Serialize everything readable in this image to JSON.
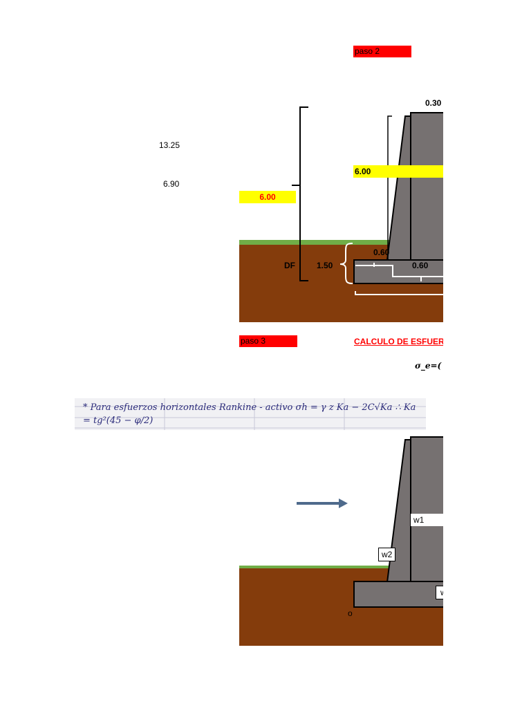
{
  "steps": {
    "paso2": "paso 2",
    "paso3": "paso 3",
    "calc_title": "CALCULO DE ESFUERZO",
    "formula": "σ_e=("
  },
  "figure1": {
    "top_width": "0.30",
    "left_height_total": "13.25",
    "left_height_mid": "6.90",
    "stem_height": "6.00",
    "fill_height": "6.00",
    "toe_label": "0.60",
    "heel_label": "0.60",
    "df_label": "DF",
    "df_value": "1.50"
  },
  "handnote": {
    "line": "* Para esfuerzos horizontales Rankine - activo   σh = γ z Ka − 2C√Ka  ∴ Ka = tg²(45 − φ/2)"
  },
  "figure2": {
    "w1": "w1",
    "w2": "w2",
    "w3": "w",
    "origin": "o"
  },
  "colors": {
    "soil": "#843c0c",
    "grass": "#70ad47",
    "concrete": "#767171",
    "highlight_red": "#ff0000",
    "highlight_yellow": "#ffff00",
    "arrow": "#4e6a8c"
  }
}
